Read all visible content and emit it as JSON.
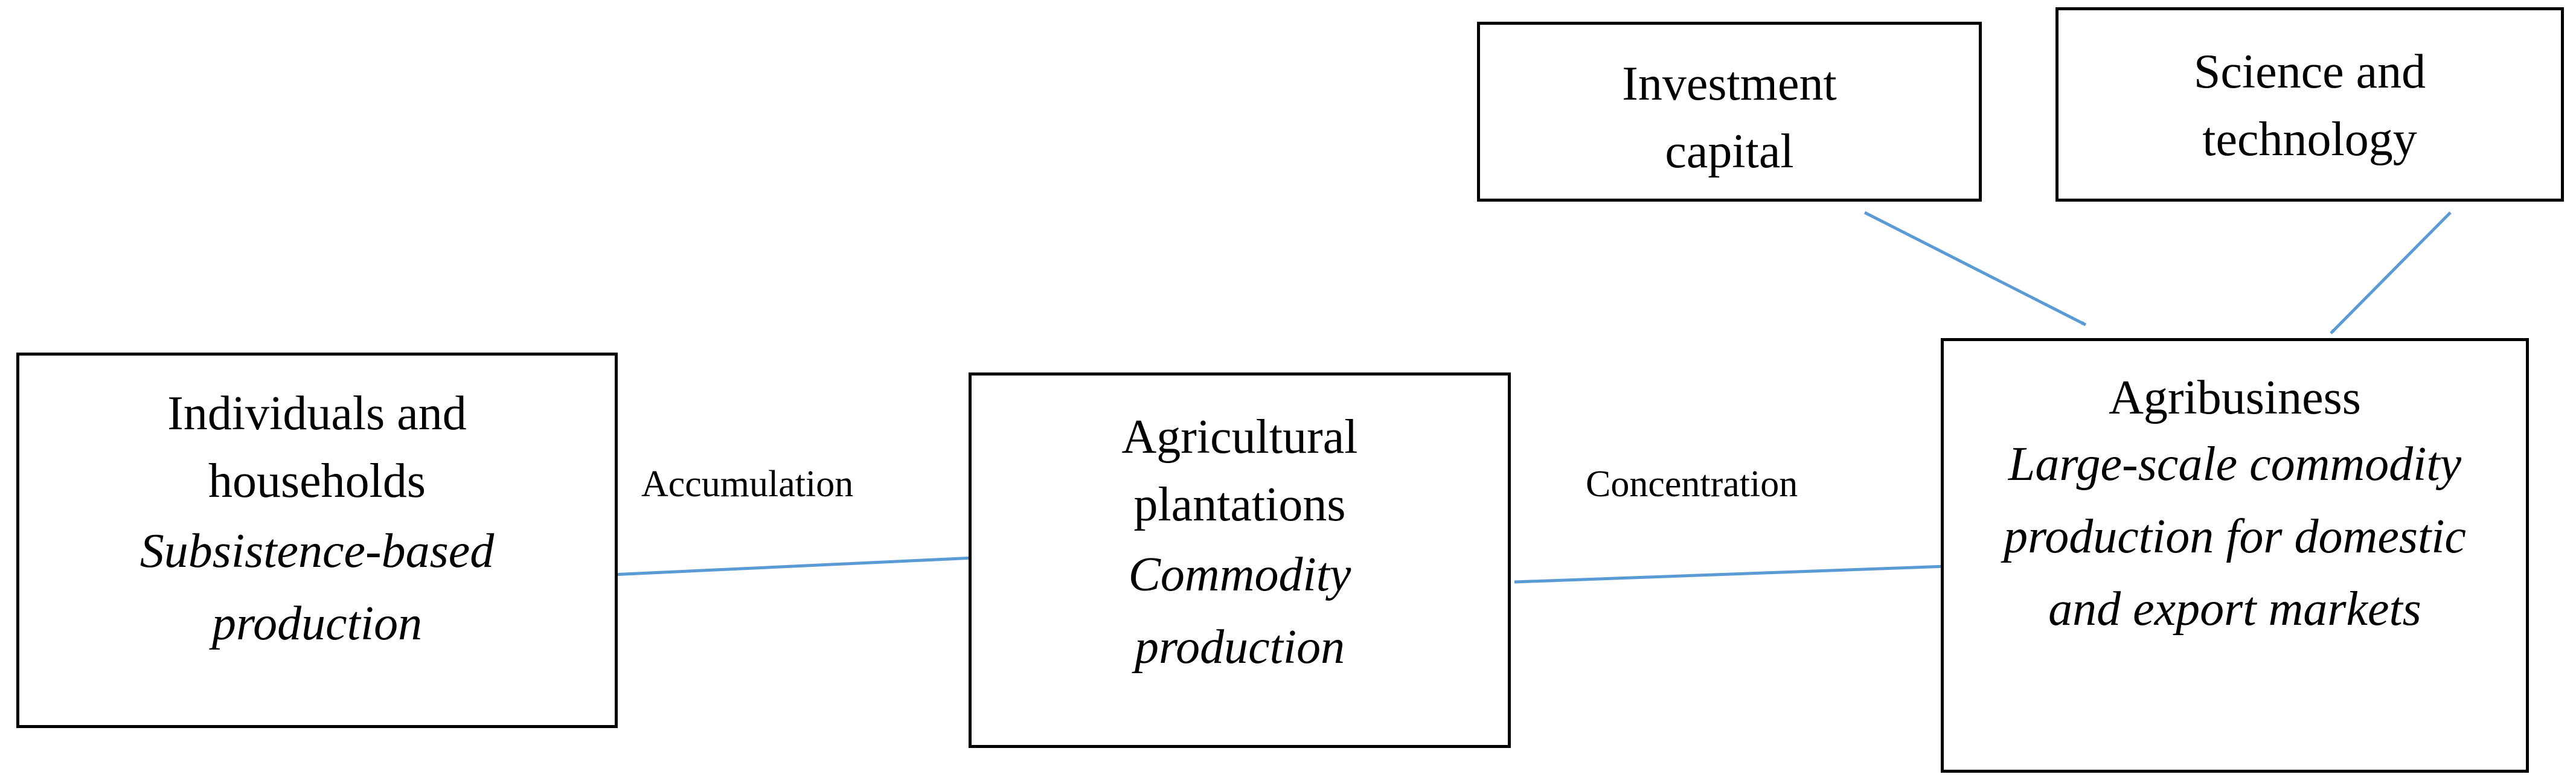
{
  "colors": {
    "arrow": "#5b9bd5",
    "border": "#000000",
    "text": "#000000"
  },
  "nodes": {
    "individuals": {
      "title": "Individuals and\nhouseholds",
      "subtitle": "Subsistence-based\nproduction"
    },
    "plantations": {
      "title": "Agricultural\nplantations",
      "subtitle": "Commodity\nproduction"
    },
    "agribusiness": {
      "title": "Agribusiness",
      "subtitle": "Large-scale commodity\nproduction for domestic\nand export markets"
    },
    "investment": {
      "title": "Investment\ncapital"
    },
    "science": {
      "title": "Science and\ntechnology"
    }
  },
  "edges": {
    "accumulation": {
      "label": "Accumulation"
    },
    "concentration": {
      "label": "Concentration"
    }
  }
}
